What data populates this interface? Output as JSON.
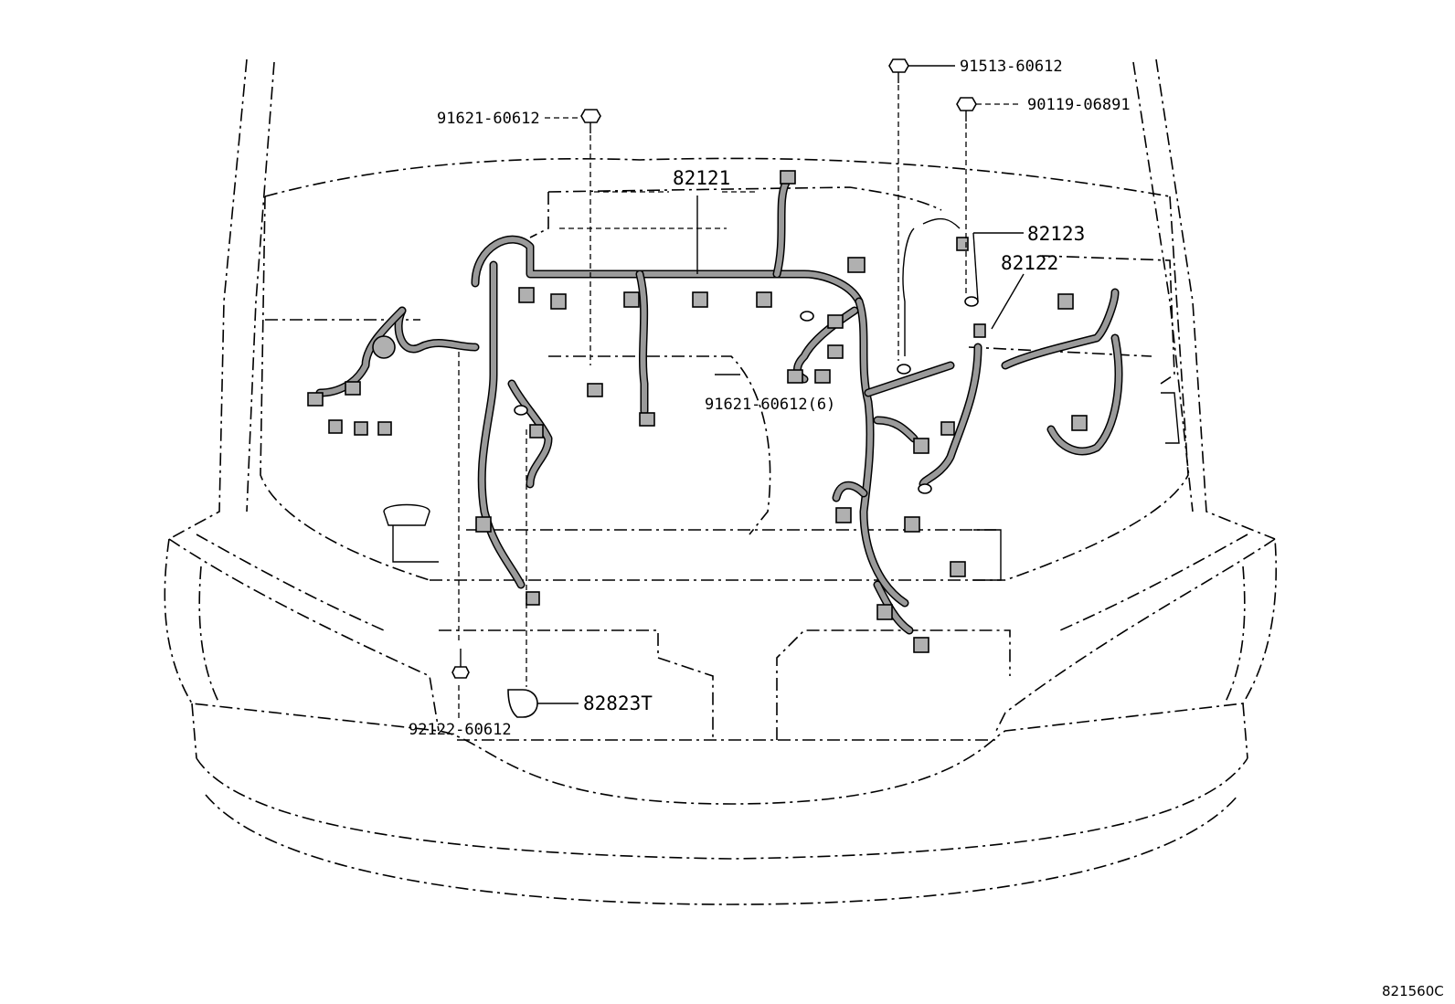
{
  "labels": {
    "bolt_top_left": "91621-60612",
    "bolt_top_right_1": "91513-60612",
    "bolt_top_right_2": "90119-06891",
    "harness_main": "82121",
    "harness_right_a": "82123",
    "harness_right_b": "82122",
    "bolt_group": "91621-60612(6)",
    "clip": "82823T",
    "stud_bottom": "92122-60612"
  },
  "figure_code": "821560C"
}
